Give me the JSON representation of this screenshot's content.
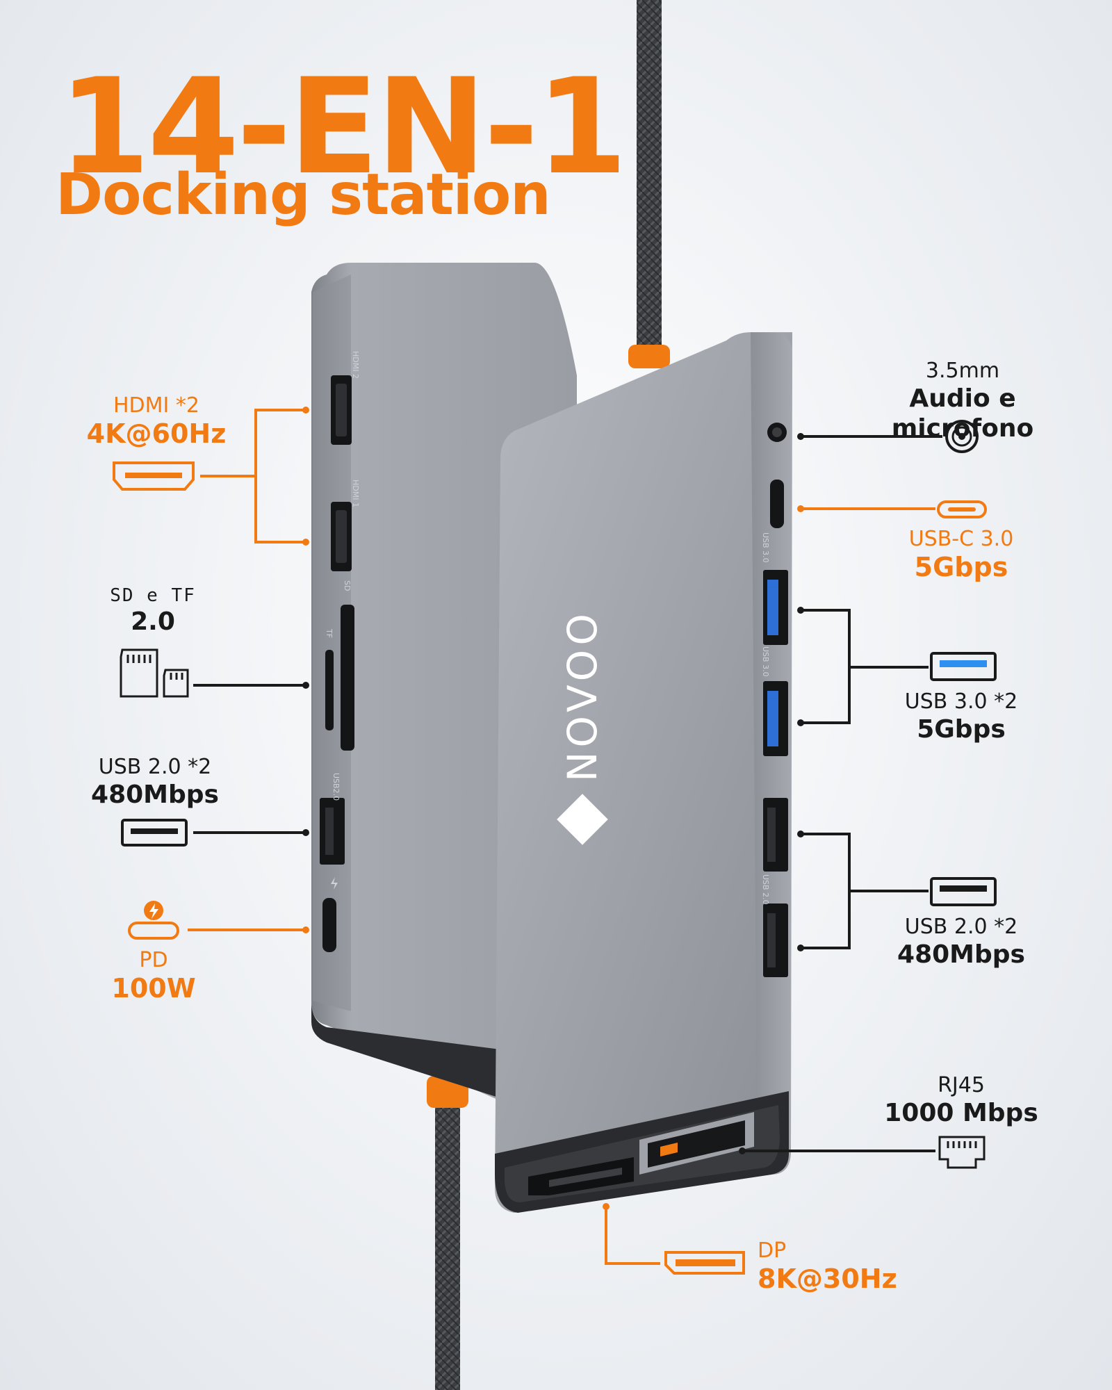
{
  "header": {
    "title": "14-EN-1",
    "subtitle": "Docking station"
  },
  "brand": {
    "name": "NOVOO"
  },
  "ports": {
    "hdmi": {
      "line1": "HDMI *2",
      "line2": "4K@60Hz"
    },
    "card": {
      "line1": "SD e TF",
      "line2": "2.0"
    },
    "usb2_left": {
      "line1": "USB 2.0 *2",
      "line2": "480Mbps"
    },
    "pd": {
      "line1": "PD",
      "line2": "100W"
    },
    "audio": {
      "line1": "3.5mm",
      "line2": "Audio e microfono"
    },
    "usbc": {
      "line1": "USB-C 3.0",
      "line2": "5Gbps"
    },
    "usb3": {
      "line1": "USB 3.0 *2",
      "line2": "5Gbps"
    },
    "usb2_right": {
      "line1": "USB 2.0 *2",
      "line2": "480Mbps"
    },
    "rj45": {
      "line1": "RJ45",
      "line2": "1000 Mbps"
    },
    "dp": {
      "line1": "DP",
      "line2": "8K@30Hz"
    }
  },
  "device_labels": {
    "hdmi2": "HDMI 2",
    "hdmi1": "HDMI 1",
    "sd": "SD",
    "tf": "TF",
    "usb20": "USB2.0",
    "usbc30": "USB 3.0",
    "usb30": "USB 3.0",
    "usb20r": "USB 2.0"
  },
  "colors": {
    "accent": "#f27a12",
    "body": "#9ea2a8",
    "text": "#1a1a1a"
  }
}
